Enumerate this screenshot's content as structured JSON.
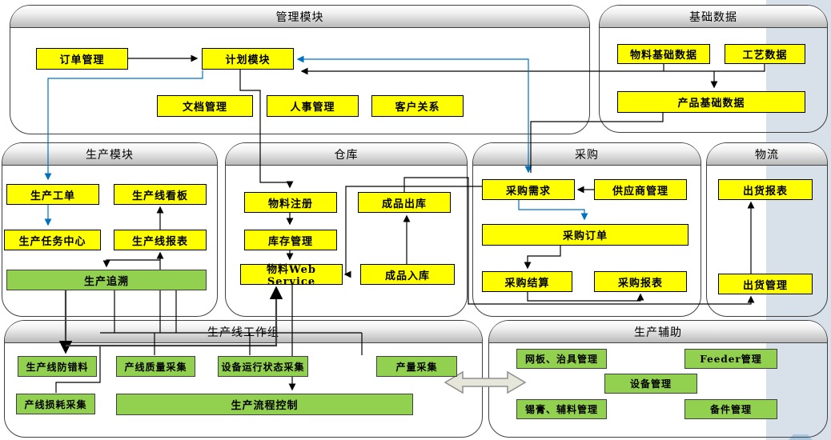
{
  "page": {
    "background": "#ffffff",
    "side_band_color": "#D8E0EA",
    "bottom_tab_color": "#A9C7DF",
    "accent_blue": "#0070C0",
    "node_yellow": "#FFFF00",
    "node_green": "#92D050"
  },
  "modules": {
    "management": {
      "title": "管理模块",
      "nodes": {
        "order": "订单管理",
        "plan": "计划模块",
        "doc": "文档管理",
        "hr": "人事管理",
        "crm": "客户关系"
      }
    },
    "basic_data": {
      "title": "基础数据",
      "nodes": {
        "material_basic": "物料基础数据",
        "process": "工艺数据",
        "product_basic": "产品基础数据"
      }
    },
    "production": {
      "title": "生产模块",
      "nodes": {
        "work_order": "生产工单",
        "line_kanban": "生产线看板",
        "task_center": "生产任务中心",
        "line_report": "生产线报表",
        "trace": "生产追溯"
      }
    },
    "warehouse": {
      "title": "仓库",
      "nodes": {
        "material_reg": "物料注册",
        "inventory": "库存管理",
        "material_ws": "物料Web Service",
        "fg_out": "成品出库",
        "fg_in": "成品入库"
      }
    },
    "purchase": {
      "title": "采购",
      "nodes": {
        "demand": "采购需求",
        "supplier": "供应商管理",
        "order": "采购订单",
        "settle": "采购结算",
        "report": "采购报表"
      }
    },
    "logistics": {
      "title": "物流",
      "nodes": {
        "ship_report": "出货报表",
        "ship_mgmt": "出货管理"
      }
    },
    "line_workgroup": {
      "title": "生产线工作组",
      "nodes": {
        "error_proof": "生产线防错料",
        "quality": "产线质量采集",
        "equip_status": "设备运行状态采集",
        "output": "产量采集",
        "loss": "产线损耗采集",
        "process_ctrl": "生产流程控制"
      }
    },
    "support": {
      "title": "生产辅助",
      "nodes": {
        "stencil": "网板、治具管理",
        "feeder": "Feeder管理",
        "equipment": "设备管理",
        "solder": "锡膏、辅料管理",
        "spare": "备件管理"
      }
    }
  }
}
